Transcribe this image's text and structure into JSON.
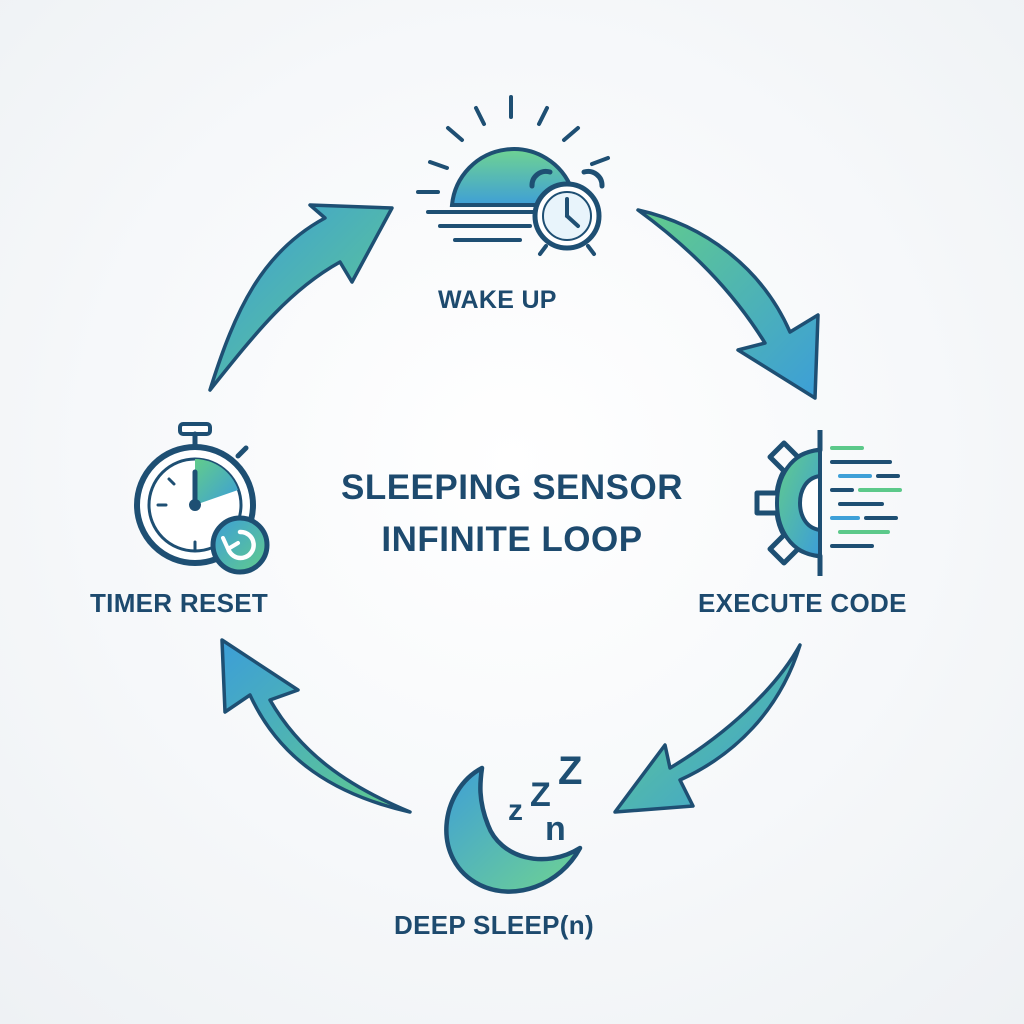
{
  "title": {
    "line1": "SLEEPING SENSOR",
    "line2": "INFINITE LOOP"
  },
  "steps": [
    {
      "label": "WAKE UP",
      "icon": "sunrise-alarm-clock-icon"
    },
    {
      "label": "EXECUTE CODE",
      "icon": "gear-code-icon"
    },
    {
      "label": "DEEP SLEEP(n)",
      "icon": "moon-zzz-icon"
    },
    {
      "label": "TIMER RESET",
      "icon": "stopwatch-reset-icon"
    }
  ],
  "sleep_icon_text": {
    "z1": "z",
    "z2": "Z",
    "z3": "Z",
    "n": "n"
  },
  "colors": {
    "text": "#1d4a6e",
    "outline": "#1e4f73",
    "green": "#5cc98a",
    "blue": "#3ea0d8"
  }
}
